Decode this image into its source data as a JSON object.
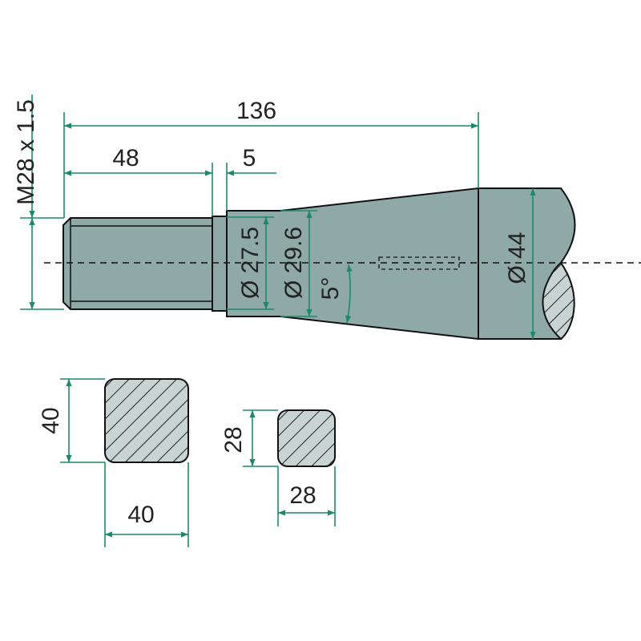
{
  "labels": {
    "thread": "M28 x 1.5",
    "overall_length": "136",
    "thread_length": "48",
    "collar_length": "5",
    "dia1": "Ø 27.5",
    "dia2": "Ø 29.6",
    "angle": "5°",
    "dia3": "Ø 44",
    "square_large_h": "40",
    "square_large_w": "40",
    "square_small_h": "28",
    "square_small_w": "28"
  },
  "colors": {
    "part": "#8fa9a6",
    "dimension": "#1a8a6a",
    "section": "#c8d4d1"
  }
}
